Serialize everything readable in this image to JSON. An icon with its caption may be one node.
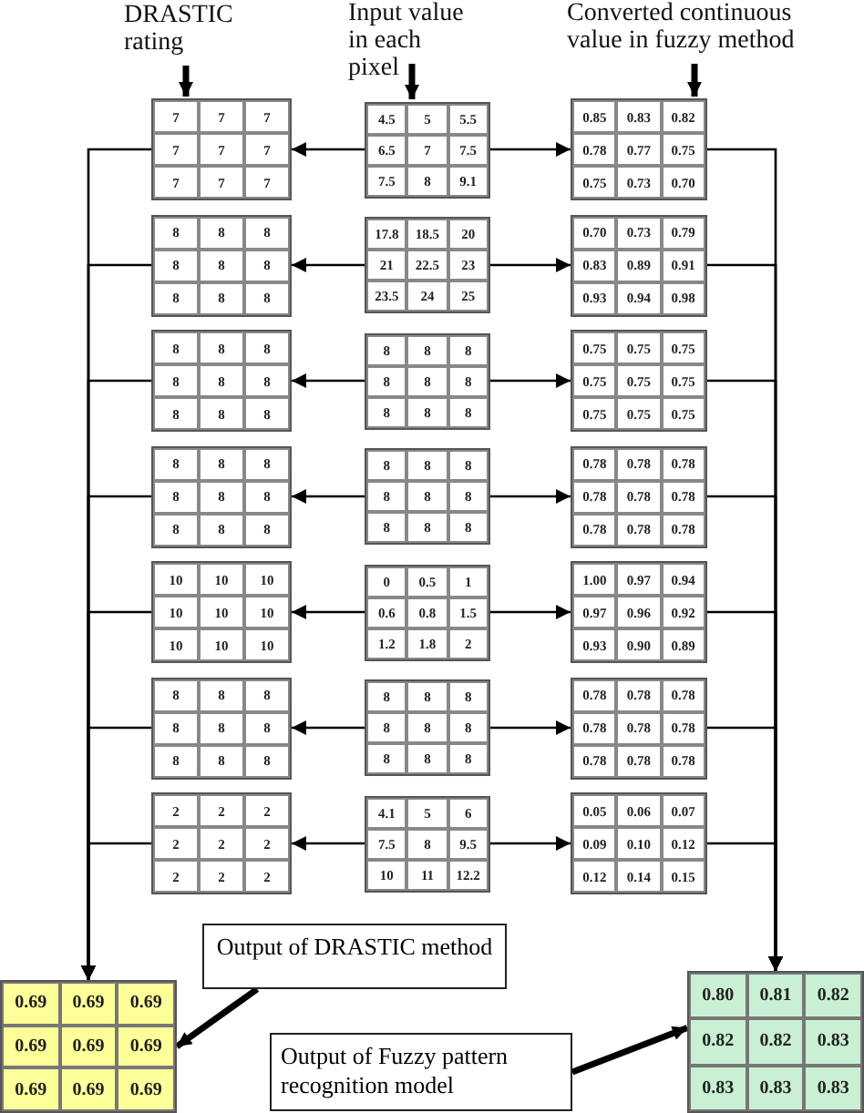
{
  "diagram": {
    "nodes": [
      {
        "text": [
          "DRASTIC rating"
        ]
      },
      {
        "text": [
          "Input value in each pixel"
        ]
      },
      {
        "text": [
          "Converted continuous value in fuzzy method"
        ]
      },
      {
        "text": [
          "7",
          "7",
          "7",
          "7",
          "7",
          "7",
          "7",
          "7",
          "7"
        ]
      },
      {
        "text": [
          "4.5",
          "5",
          "5.5",
          "6.5",
          "7",
          "7.5",
          "7.5",
          "8",
          "9.1"
        ]
      },
      {
        "text": [
          "0.85",
          "0.83",
          "0.82",
          "0.78",
          "0.77",
          "0.75",
          "0.75",
          "0.73",
          "0.70"
        ]
      },
      {
        "text": [
          "8",
          "8",
          "8",
          "8",
          "8",
          "8",
          "8",
          "8",
          "8"
        ]
      },
      {
        "text": [
          "17.8",
          "18.5",
          "20",
          "21",
          "22.5",
          "23",
          "23.5",
          "24",
          "25"
        ]
      },
      {
        "text": [
          "0.70",
          "0.73",
          "0.79",
          "0.83",
          "0.89",
          "0.91",
          "0.93",
          "0.94",
          "0.98"
        ]
      },
      {
        "text": [
          "8",
          "8",
          "8",
          "8",
          "8",
          "8",
          "8",
          "8",
          "8"
        ]
      },
      {
        "text": [
          "8",
          "8",
          "8",
          "8",
          "8",
          "8",
          "8",
          "8",
          "8"
        ]
      },
      {
        "text": [
          "0.75",
          "0.75",
          "0.75",
          "0.75",
          "0.75",
          "0.75",
          "0.75",
          "0.75",
          "0.75"
        ]
      },
      {
        "text": [
          "8",
          "8",
          "8",
          "8",
          "8",
          "8",
          "8",
          "8",
          "8"
        ]
      },
      {
        "text": [
          "8",
          "8",
          "8",
          "8",
          "8",
          "8",
          "8",
          "8",
          "8"
        ]
      },
      {
        "text": [
          "0.78",
          "0.78",
          "0.78",
          "0.78",
          "0.78",
          "0.78",
          "0.78",
          "0.78",
          "0.78"
        ]
      },
      {
        "text": [
          "10",
          "10",
          "10",
          "10",
          "10",
          "10",
          "10",
          "10",
          "10"
        ]
      },
      {
        "text": [
          "0",
          "0.5",
          "1",
          "0.6",
          "0.8",
          "1.5",
          "1.2",
          "1.8",
          "2"
        ]
      },
      {
        "text": [
          "1.00",
          "0.97",
          "0.94",
          "0.97",
          "0.96",
          "0.92",
          "0.93",
          "0.90",
          "0.89"
        ]
      },
      {
        "text": [
          "8",
          "8",
          "8",
          "8",
          "8",
          "8",
          "8",
          "8",
          "8"
        ]
      },
      {
        "text": [
          "8",
          "8",
          "8",
          "8",
          "8",
          "8",
          "8",
          "8",
          "8"
        ]
      },
      {
        "text": [
          "0.78",
          "0.78",
          "0.78",
          "0.78",
          "0.78",
          "0.78",
          "0.78",
          "0.78",
          "0.78"
        ]
      },
      {
        "text": [
          "2",
          "2",
          "2",
          "2",
          "2",
          "2",
          "2",
          "2",
          "2"
        ]
      },
      {
        "text": [
          "4.1",
          "5",
          "6",
          "7.5",
          "8",
          "9.5",
          "10",
          "11",
          "12.2"
        ]
      },
      {
        "text": [
          "0.05",
          "0.06",
          "0.07",
          "0.09",
          "0.10",
          "0.12",
          "0.12",
          "0.14",
          "0.15"
        ]
      },
      {
        "text": [
          "Output of DRASTIC method"
        ]
      },
      {
        "text": [
          "0.69",
          "0.69",
          "0.69",
          "0.69",
          "0.69",
          "0.69",
          "0.69",
          "0.69",
          "0.69"
        ]
      },
      {
        "text": [
          "0.80",
          "0.81",
          "0.82",
          "0.82",
          "0.82",
          "0.83",
          "0.83",
          "0.83",
          "0.83"
        ]
      },
      {
        "text": [
          "Output of Fuzzy pattern recognition model"
        ]
      }
    ],
    "edges": [
      {
        "from": 0,
        "to": 3,
        "arrow": "to",
        "style": "thick"
      },
      {
        "from": 1,
        "to": 4,
        "arrow": "to",
        "style": "thick"
      },
      {
        "from": 2,
        "to": 5,
        "arrow": "to",
        "style": "thick"
      },
      {
        "from": 4,
        "to": 3,
        "arrow": "to"
      },
      {
        "from": 4,
        "to": 5,
        "arrow": "to"
      },
      {
        "from": 7,
        "to": 6,
        "arrow": "to"
      },
      {
        "from": 7,
        "to": 8,
        "arrow": "to"
      },
      {
        "from": 10,
        "to": 9,
        "arrow": "to"
      },
      {
        "from": 10,
        "to": 11,
        "arrow": "to"
      },
      {
        "from": 13,
        "to": 12,
        "arrow": "to"
      },
      {
        "from": 13,
        "to": 14,
        "arrow": "to"
      },
      {
        "from": 16,
        "to": 15,
        "arrow": "to"
      },
      {
        "from": 16,
        "to": 17,
        "arrow": "to"
      },
      {
        "from": 19,
        "to": 18,
        "arrow": "to"
      },
      {
        "from": 19,
        "to": 20,
        "arrow": "to"
      },
      {
        "from": 22,
        "to": 21,
        "arrow": "to"
      },
      {
        "from": 22,
        "to": 23,
        "arrow": "to"
      },
      {
        "from": 3,
        "to": 25,
        "arrow": "to"
      },
      {
        "from": 6,
        "to": 25,
        "arrow": "to"
      },
      {
        "from": 9,
        "to": 25,
        "arrow": "to"
      },
      {
        "from": 12,
        "to": 25,
        "arrow": "to"
      },
      {
        "from": 15,
        "to": 25,
        "arrow": "to"
      },
      {
        "from": 18,
        "to": 25,
        "arrow": "to"
      },
      {
        "from": 21,
        "to": 25,
        "arrow": "to"
      },
      {
        "from": 5,
        "to": 26,
        "arrow": "to"
      },
      {
        "from": 8,
        "to": 26,
        "arrow": "to"
      },
      {
        "from": 11,
        "to": 26,
        "arrow": "to"
      },
      {
        "from": 14,
        "to": 26,
        "arrow": "to"
      },
      {
        "from": 17,
        "to": 26,
        "arrow": "to"
      },
      {
        "from": 20,
        "to": 26,
        "arrow": "to"
      },
      {
        "from": 23,
        "to": 26,
        "arrow": "to"
      },
      {
        "from": 24,
        "to": 25,
        "arrow": "to",
        "style": "thick"
      },
      {
        "from": 27,
        "to": 26,
        "arrow": "to",
        "style": "thick"
      }
    ]
  }
}
